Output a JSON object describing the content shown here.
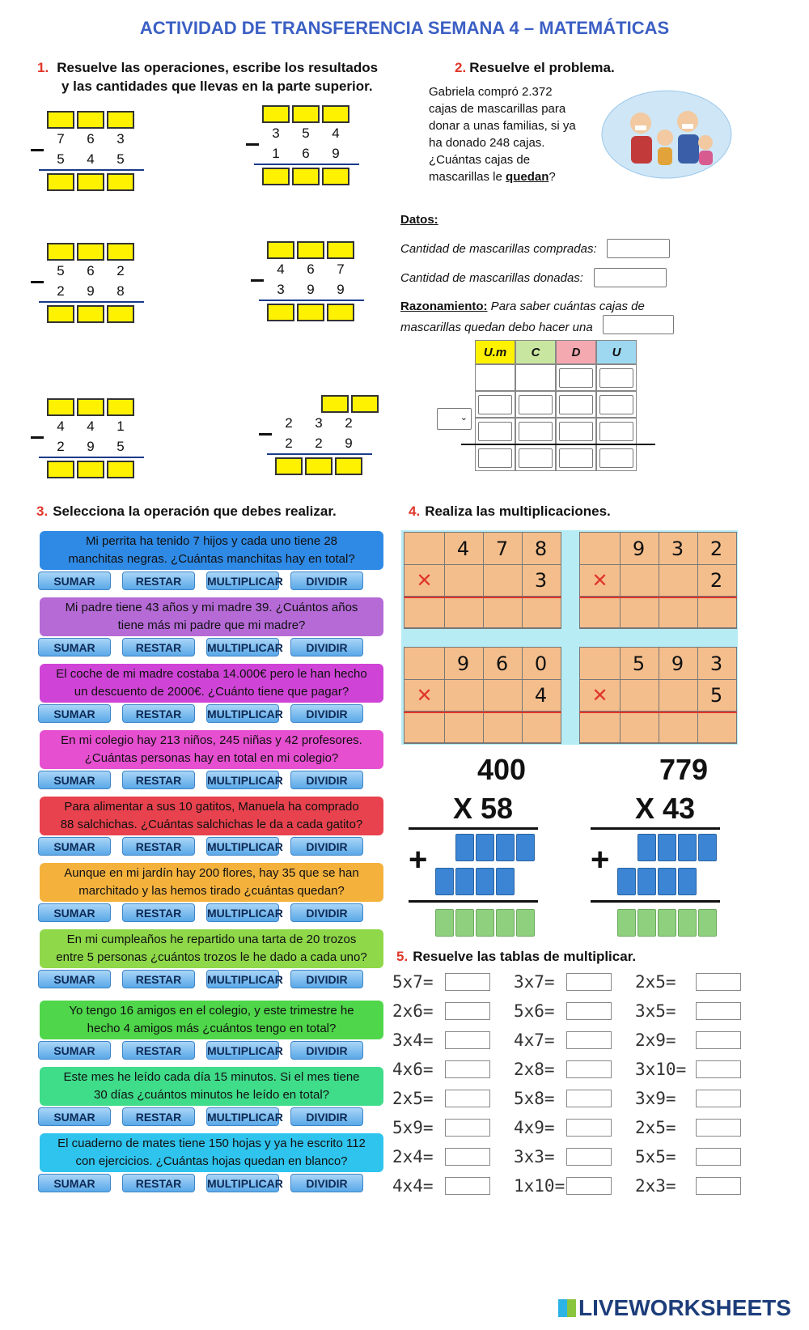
{
  "title": "ACTIVIDAD DE TRANSFERENCIA SEMANA 4 – MATEMÁTICAS",
  "s1": {
    "num": "1.",
    "text1": "Resuelve las operaciones, escribe los resultados",
    "text2": "y las cantidades que llevas en la parte superior.",
    "ops": [
      [
        "7",
        "6",
        "3",
        "5",
        "4",
        "5"
      ],
      [
        "3",
        "5",
        "4",
        "1",
        "6",
        "9"
      ],
      [
        "5",
        "6",
        "2",
        "2",
        "9",
        "8"
      ],
      [
        "4",
        "6",
        "7",
        "3",
        "9",
        "9"
      ],
      [
        "4",
        "4",
        "1",
        "2",
        "9",
        "5"
      ],
      [
        "2",
        "3",
        "2",
        "2",
        "2",
        "9"
      ]
    ]
  },
  "s2": {
    "num": "2.",
    "text": "Resuelve el problema.",
    "problem": [
      "Gabriela compró 2.372",
      "cajas de mascarillas para",
      "donar a unas familias, si ya",
      "ha donado 248 cajas.",
      "¿Cuántas cajas de"
    ],
    "problem_last_a": "mascarillas le ",
    "problem_last_b": "quedan",
    "problem_last_c": "?",
    "datos": "Datos:",
    "q1": "Cantidad de mascarillas compradas:",
    "q2": "Cantidad de mascarillas donadas:",
    "raz": "Razonamiento:",
    "raz_text": " Para saber cuántas cajas de",
    "raz_text2": "mascarillas quedan debo hacer una",
    "cols": [
      "U.m",
      "C",
      "D",
      "U"
    ]
  },
  "s3": {
    "num": "3.",
    "text": "Selecciona la operación que debes realizar.",
    "buttons": [
      "SUMAR",
      "RESTAR",
      "MULTIPLICAR",
      "DIVIDIR"
    ],
    "cards": [
      {
        "l1": "Mi perrita ha tenido 7 hijos y cada uno tiene 28",
        "l2": "manchitas negras. ¿Cuántas manchitas hay en total?",
        "color": "#2f8ae6"
      },
      {
        "l1": "Mi padre tiene 43 años y mi madre 39. ¿Cuántos años",
        "l2": "tiene más mi padre que mi madre?",
        "color": "#b56ad6"
      },
      {
        "l1": "El coche de mi madre costaba 14.000€ pero le han hecho",
        "l2": "un descuento de 2000€. ¿Cuánto tiene que pagar?",
        "color": "#cf44d6"
      },
      {
        "l1": "En mi colegio hay 213 niños, 245 niñas y 42 profesores.",
        "l2": "¿Cuántas personas hay en total en mi colegio?",
        "color": "#e64fd0"
      },
      {
        "l1": "Para alimentar a sus 10 gatitos, Manuela ha comprado",
        "l2": "88 salchichas. ¿Cuántas salchichas le da a cada gatito?",
        "color": "#e8424e"
      },
      {
        "l1": "Aunque en mi jardín hay 200 flores, hay 35 que se han",
        "l2": "marchitado y las hemos tirado ¿cuántas quedan?",
        "color": "#f4b23d"
      },
      {
        "l1": "En mi cumpleaños he repartido una tarta de 20 trozos",
        "l2": "entre 5 personas ¿cuántos trozos le he dado a cada uno?",
        "color": "#8fd84a"
      },
      {
        "l1": "Yo tengo 16 amigos en el colegio, y este trimestre he",
        "l2": "hecho 4 amigos más ¿cuántos tengo en total?",
        "color": "#4fd64a"
      },
      {
        "l1": "Este mes he leído cada día 15 minutos. Si el mes tiene",
        "l2": "30 días ¿cuántos minutos he leído en total?",
        "color": "#3fdc8a"
      },
      {
        "l1": "El cuaderno de mates tiene 150 hojas y ya he escrito 112",
        "l2": "con ejercicios. ¿Cuántas hojas quedan en blanco?",
        "color": "#2fc4ee"
      }
    ]
  },
  "s4": {
    "num": "4.",
    "text": "Realiza las multiplicaciones.",
    "x": "✕",
    "grids": [
      [
        "4",
        "7",
        "8",
        "3"
      ],
      [
        "9",
        "3",
        "2",
        "2"
      ],
      [
        "9",
        "6",
        "0",
        "4"
      ],
      [
        "5",
        "9",
        "3",
        "5"
      ]
    ],
    "big": [
      {
        "a": "400",
        "b": "X  58"
      },
      {
        "a": "779",
        "b": "X  43"
      }
    ],
    "plus": "+"
  },
  "s5": {
    "num": "5.",
    "text": "Resuelve las tablas de multiplicar.",
    "tables": [
      [
        "5x7=",
        "3x7=",
        "2x5="
      ],
      [
        "2x6=",
        "5x6=",
        "3x5="
      ],
      [
        "3x4=",
        "4x7=",
        "2x9="
      ],
      [
        "4x6=",
        "2x8=",
        "3x10="
      ],
      [
        "2x5=",
        "5x8=",
        "3x9="
      ],
      [
        "5x9=",
        "4x9=",
        "2x5="
      ],
      [
        "2x4=",
        "3x3=",
        "5x5="
      ],
      [
        "4x4=",
        "1x10=",
        "2x3="
      ]
    ]
  },
  "logo": "LIVEWORKSHEETS",
  "colors": {
    "title": "#3b5fc4",
    "accent": "#e0362a"
  }
}
